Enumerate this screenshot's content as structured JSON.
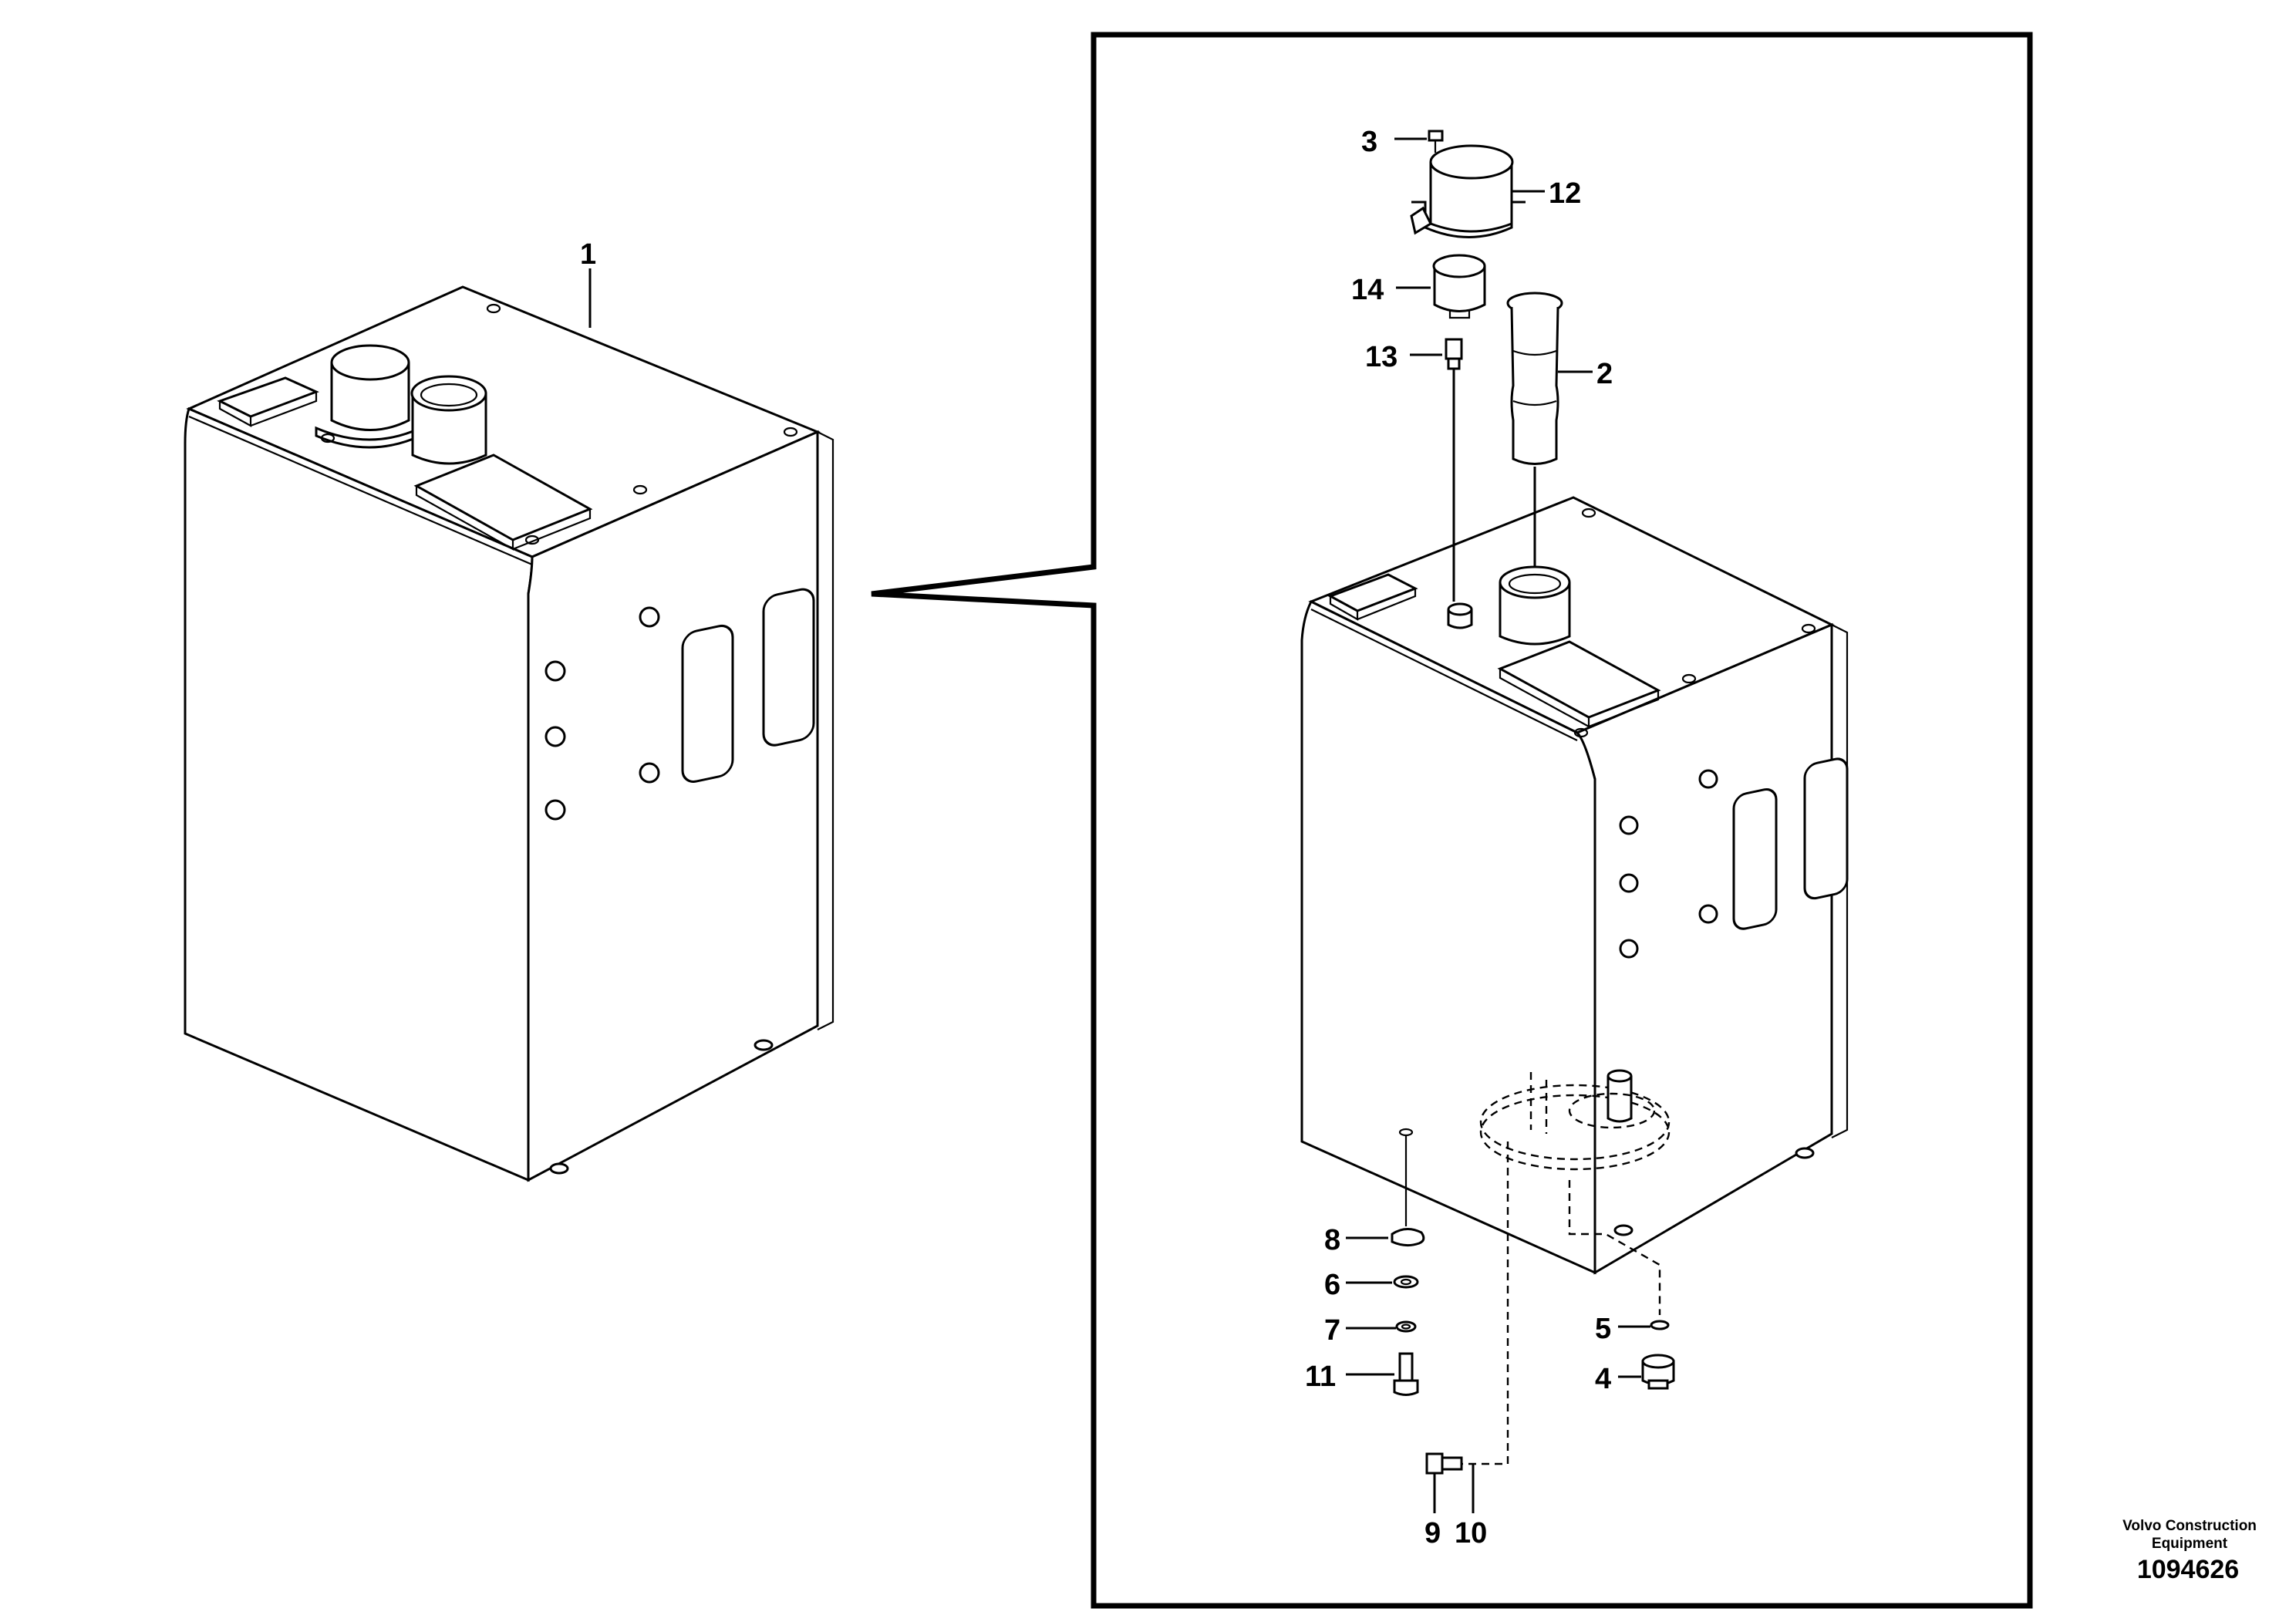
{
  "callouts": [
    {
      "id": "1",
      "label": "1"
    },
    {
      "id": "2",
      "label": "2"
    },
    {
      "id": "3",
      "label": "3"
    },
    {
      "id": "4",
      "label": "4"
    },
    {
      "id": "5",
      "label": "5"
    },
    {
      "id": "6",
      "label": "6"
    },
    {
      "id": "7",
      "label": "7"
    },
    {
      "id": "8",
      "label": "8"
    },
    {
      "id": "9",
      "label": "9"
    },
    {
      "id": "10",
      "label": "10"
    },
    {
      "id": "11",
      "label": "11"
    },
    {
      "id": "12",
      "label": "12"
    },
    {
      "id": "13",
      "label": "13"
    },
    {
      "id": "14",
      "label": "14"
    }
  ],
  "footer": {
    "brand_line1": "Volvo Construction",
    "brand_line2": "Equipment",
    "doc_number": "1094626"
  }
}
